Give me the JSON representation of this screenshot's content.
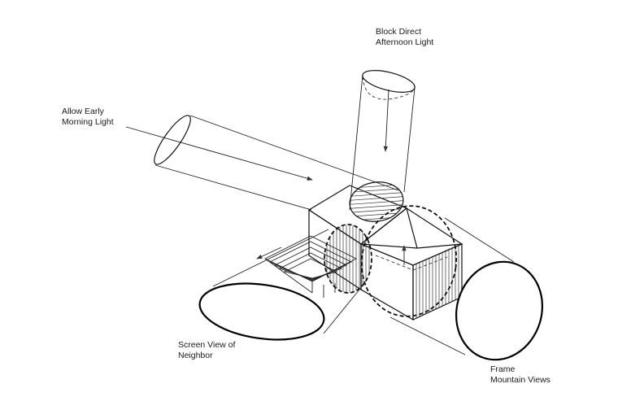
{
  "labels": {
    "block_direct": [
      "Block Direct",
      "Afternoon Light"
    ],
    "allow_early": [
      "Allow Early",
      "Morning Light"
    ],
    "screen_view": [
      "Screen View of",
      "Neighbor"
    ],
    "frame_mountain": [
      "Frame",
      "Mountain Views"
    ]
  }
}
